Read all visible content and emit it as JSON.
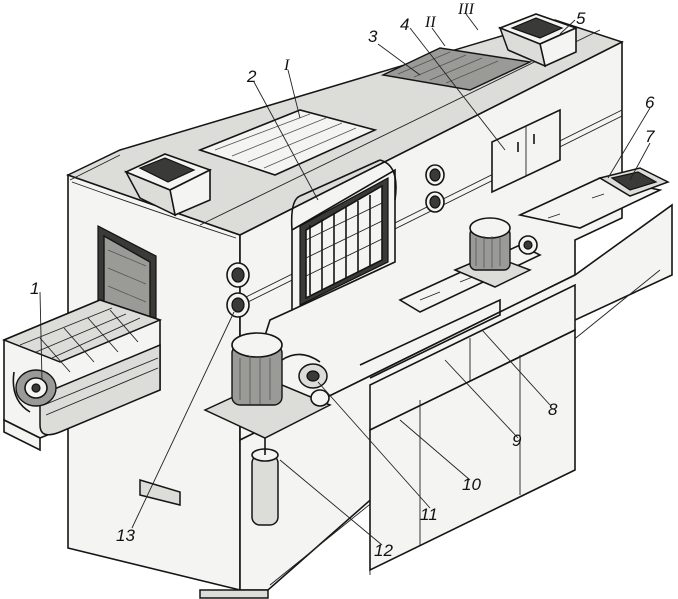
{
  "callouts": {
    "n1": "1",
    "n2": "2",
    "n3": "3",
    "n4": "4",
    "n5": "5",
    "n6": "6",
    "n7": "7",
    "n8": "8",
    "n9": "9",
    "n10": "10",
    "n11": "11",
    "n12": "12",
    "n13": "13",
    "r1": "I",
    "r2": "II",
    "r3": "III"
  },
  "colors": {
    "ink": "#151515",
    "paper": "#ffffff"
  }
}
